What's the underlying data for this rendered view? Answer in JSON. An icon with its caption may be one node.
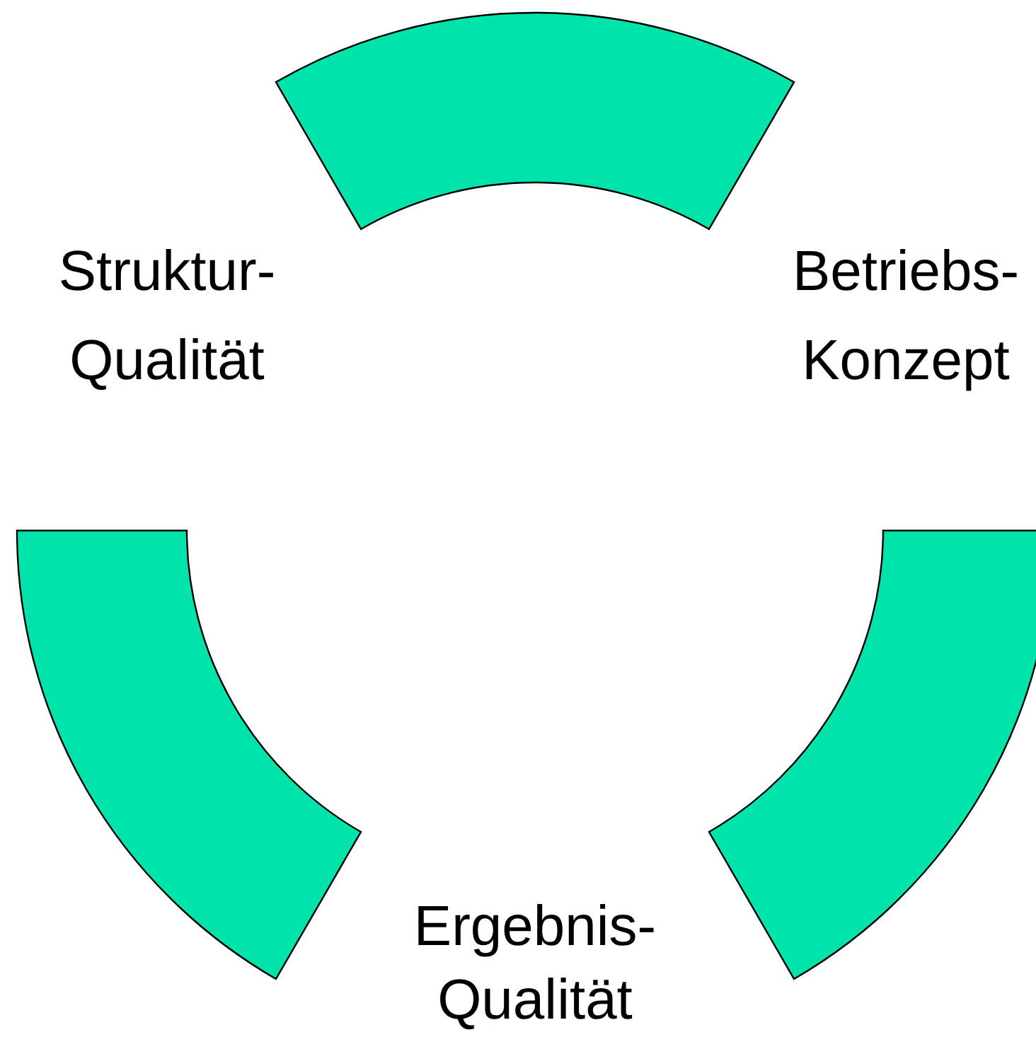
{
  "diagram": {
    "labels": [
      "Struktur- Qualität",
      "Betriebs- Konzept",
      "Ergebnis- Qualität"
    ]
  }
}
